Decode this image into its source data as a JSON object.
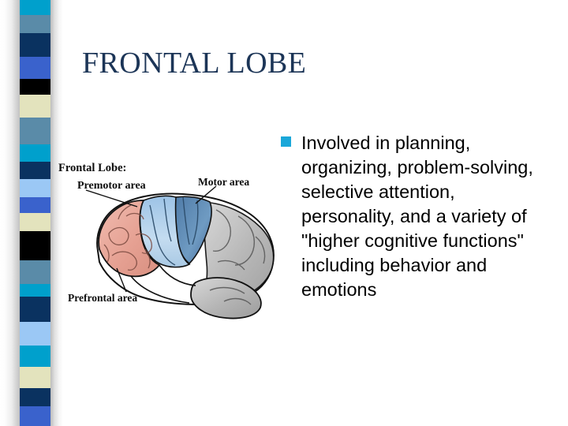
{
  "slide": {
    "title": "FRONTAL LOBE",
    "title_color": "#1c3557",
    "background_color": "#ffffff"
  },
  "body": {
    "bullet_marker_color": "#1aa7d9",
    "bullet_text": "Involved in planning, organizing, problem-solving, selective attention, personality, and a variety of \"higher cognitive functions\" including behavior and emotions"
  },
  "figure": {
    "name": "lateral-brain-diagram",
    "labels": {
      "frontal_lobe": "Frontal Lobe:",
      "premotor": "Premotor area",
      "motor": "Motor area",
      "prefrontal": "Prefrontal area"
    },
    "region_colors": {
      "prefrontal": "#e9a99c",
      "premotor_light": "#bcd9ee",
      "motor_dark": "#5b86b0",
      "posterior_gray": "#b9b9b9",
      "outline": "#111111"
    }
  },
  "decor_band": {
    "name": "left-color-stripe-band",
    "segments": [
      {
        "color": "#00a0cc",
        "height": 19
      },
      {
        "color": "#5a8ba8",
        "height": 23
      },
      {
        "color": "#0a3260",
        "height": 30
      },
      {
        "color": "#3a62cc",
        "height": 28
      },
      {
        "color": "#000000",
        "height": 20
      },
      {
        "color": "#e3e3bd",
        "height": 29
      },
      {
        "color": "#5a8ba8",
        "height": 34
      },
      {
        "color": "#00a0cc",
        "height": 22
      },
      {
        "color": "#0a3260",
        "height": 22
      },
      {
        "color": "#9bc8f5",
        "height": 23
      },
      {
        "color": "#3a62cc",
        "height": 20
      },
      {
        "color": "#e3e3bd",
        "height": 23
      },
      {
        "color": "#000000",
        "height": 37
      },
      {
        "color": "#5a8ba8",
        "height": 30
      },
      {
        "color": "#00a0cc",
        "height": 16
      },
      {
        "color": "#0a3260",
        "height": 32
      },
      {
        "color": "#9bc8f5",
        "height": 30
      },
      {
        "color": "#00a0cc",
        "height": 27
      },
      {
        "color": "#e3e3bd",
        "height": 27
      },
      {
        "color": "#0a3260",
        "height": 23
      },
      {
        "color": "#3a62cc",
        "height": 25
      },
      {
        "color": "#000000",
        "height": 10
      }
    ]
  }
}
